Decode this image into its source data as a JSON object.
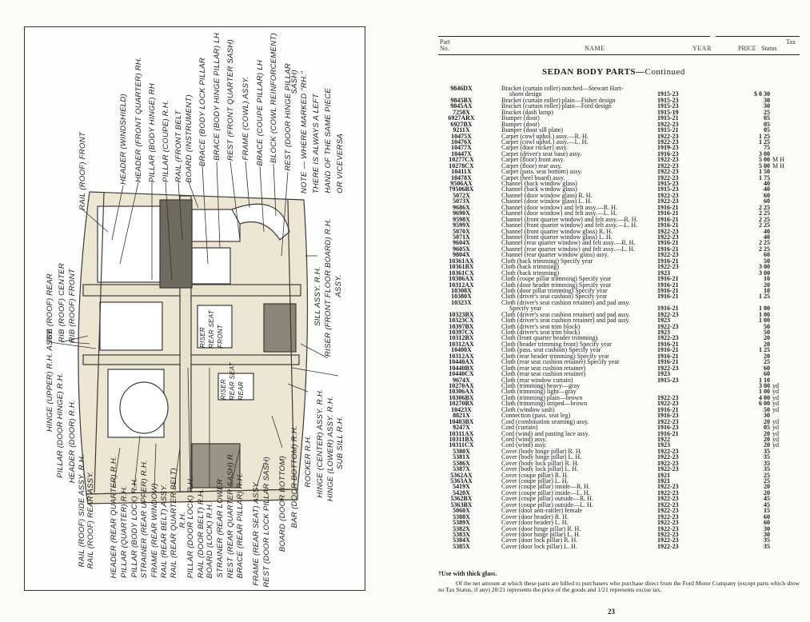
{
  "diagram": {
    "labels": [
      "RAIL (ROOF) FRONT",
      "HEADER (WINDSHIELD)",
      "HEADER (FRONT QUARTER) RH.",
      "PILLAR (BODY HINGE) RH",
      "PILLAR (COUPE) R.H.",
      "RAIL (FRONT BELT",
      "BOARD (INSTRUMENT)",
      "BRACE (BODY LOCK PILLAR",
      "BRACE (BODY HINGE PILLAR) LH",
      "REST (FRONT QUARTER SASH)",
      "FRAME (COWL) ASSY.",
      "BRACE (COUPE PILLAR) LH",
      "BLOCK (COWL REINFORCEMENT)",
      "REST (DOOR HINGE PILLAR",
      "SASH)",
      "NOTE — WHERE MARKED \"RH.\"",
      "THERE IS ALWAYS A LEFT",
      "HAND OF THE SAME PIECE",
      "OR VICEVERSA",
      "RIB (ROOF) REAR",
      "RIB (ROOF) CENTER",
      "RIB (ROOF) FRONT",
      "SILL ASSY. R.H.",
      "RISER (FRONT FLOOR BOARD) R.H.",
      "ASSY.",
      "RISER",
      "REAR SEAT",
      "FRONT",
      "RISER",
      "REAR SEAT",
      "REAR",
      "HINGE (UPPER) R.H. ASSY.",
      "PILLAR (DOOR HINGE) R.H.",
      "HEADER (DOOR) R.H.",
      "RAIL (ROOF) SIDE ASSY. R.H.",
      "RAIL (ROOF) REAR ASSY.",
      "HEADER (REAR QUARTER) R.H.",
      "PILLAR (QUARTER) R.H.",
      "PILLAR (BODY LOCK) R.H.",
      "STRAINER (REAR UPPER) R.H.",
      "FRAME (REAR WINDOW)",
      "RAIL (REAR BELT) ASSY.",
      "RAIL (REAR QUARTER BELT)",
      "R.H.",
      "PILLAR (DOOR LOCK) R.H.",
      "RAIL (DOOR BELT) R.H.",
      "BOARD (LOCK) R.H.",
      "STRAINER (REAR LOWER",
      "REST (REAR QUARTER SASH) R.",
      "BRACE (REAR PILLAR) R.H.",
      "FRAME (REAR SEAT) ASSY.",
      "REST (DOOR LOCK PILLAR SASH)",
      "BOARD (DOOR BOTTOM)",
      "BAR (DOOR BOTTOM) R.H.",
      "ROCKER R.H.",
      "HINGE (CENTER) ASSY. R.H.",
      "HINGE (LOWER) ASSY. R.H.",
      "SUB SILL R.H."
    ]
  },
  "header": {
    "part_line1": "Part",
    "part_line2": "No.",
    "name": "NAME",
    "year": "YEAR",
    "tax_line1": "Tax",
    "price": "PRICE",
    "status": "Status"
  },
  "title": {
    "main": "SEDAN BODY PARTS—",
    "sub": "Continued"
  },
  "rows": [
    {
      "p": "9846DX",
      "n": "Bracket (curtain roller) notched—Stewart Hart-",
      "c": "shorn design",
      "y": "1915-23",
      "pr": "$ 0 30"
    },
    {
      "p": "9845BX",
      "n": "Bracket (curtain roller) plain—Fisher design",
      "y": "1915-23",
      "pr": "30"
    },
    {
      "p": "9845AX",
      "n": "Bracket (curtain roller) plain—Ford design",
      "y": "1915-23",
      "pr": "30"
    },
    {
      "p": "7258X",
      "n": "Bracket (dash lamp)",
      "y": "1915-19",
      "pr": "25"
    },
    {
      "p": "6927ARX",
      "n": "Bumper (door)",
      "y": "1915-21",
      "pr": "05"
    },
    {
      "p": "6927BX",
      "n": "Bumper (door)",
      "y": "1922-23",
      "pr": "05"
    },
    {
      "p": "9211X",
      "n": "Bumper (door sill plate)",
      "y": "1915-21",
      "pr": "05"
    },
    {
      "p": "10475X",
      "n": "Carpet (cowl uphol.) assy.—R. H.",
      "y": "1922-23",
      "pr": "1 25"
    },
    {
      "p": "10476X",
      "n": "Carpet (cowl uphol.) assy.—L. H.",
      "y": "1922-23",
      "pr": "1 25"
    },
    {
      "p": "10477X",
      "n": "Carpet (door rocker) assy.",
      "y": "1919-23",
      "pr": "75"
    },
    {
      "p": "10447X",
      "n": "Carpet (driver's seat base) assy.",
      "y": "1916-23",
      "pr": "3 00"
    },
    {
      "p": "10277CX",
      "n": "Carpet (floor) front assy.",
      "y": "1922-23",
      "pr": "5 00",
      "t": "M H"
    },
    {
      "p": "10278CX",
      "n": "Carpet (floor) rear assy.",
      "y": "1922-23",
      "pr": "5 00",
      "t": "M H"
    },
    {
      "p": "10411X",
      "n": "Carpet (pass. seat bottom) assy.",
      "y": "1922-23",
      "pr": "1 50"
    },
    {
      "p": "10478X",
      "n": "Carpet (heel board) assy.",
      "y": "1922-23",
      "pr": "1 75"
    },
    {
      "p": "9506AX",
      "n": "Channel (back window glass)",
      "y": "1915-23",
      "pr": "40"
    },
    {
      "p": "†9506BX",
      "n": "Channel (back window glass)",
      "y": "1915-23",
      "pr": "40"
    },
    {
      "p": "5072X",
      "n": "Channel (door window glass) R. H.",
      "y": "1922-23",
      "pr": "60"
    },
    {
      "p": "5073X",
      "n": "Channel (door window glass) L. H.",
      "y": "1922-23",
      "pr": "60"
    },
    {
      "p": "9686X",
      "n": "Channel (door window) and felt assy.—R. H.",
      "y": "1916-21",
      "pr": "2 25"
    },
    {
      "p": "9690X",
      "n": "Channel (door window) and felt assy.—L. H.",
      "y": "1916-21",
      "pr": "2 25"
    },
    {
      "p": "9598X",
      "n": "Channel (front quarter window) and felt assy.—R. H.",
      "y": "1916-21",
      "pr": "2 25"
    },
    {
      "p": "9599X",
      "n": "Channel (front quarter window) and felt assy.—L. H.",
      "y": "1916-21",
      "pr": "2 25"
    },
    {
      "p": "5070X",
      "n": "Channel (front quarter window glass) R. H.",
      "y": "1922-23",
      "pr": "40"
    },
    {
      "p": "5071X",
      "n": "Channel (front quarter window glass) L. H.",
      "y": "1922-23",
      "pr": "40"
    },
    {
      "p": "9604X",
      "n": "Channel (rear quarter window) and felt assy.—R. H.",
      "y": "1916-21",
      "pr": "2 25"
    },
    {
      "p": "9605X",
      "n": "Channel (rear quarter window) and felt assy.—L. H.",
      "y": "1916-21",
      "pr": "2 25"
    },
    {
      "p": "9804X",
      "n": "Channel (rear quarter window glass) assy.",
      "y": "1922-23",
      "pr": "60"
    },
    {
      "p": "10361AX",
      "n": "Cloth (back trimming) Specify year",
      "y": "1916-21",
      "pr": "50"
    },
    {
      "p": "10361BX",
      "n": "Cloth (back trimming)",
      "y": "1922-23",
      "pr": "3 00"
    },
    {
      "p": "10361CX",
      "n": "Cloth (back trimming)",
      "y": "1923",
      "pr": "3 00"
    },
    {
      "p": "10306AX",
      "n": "Cloth (coupe pillar trimming) Specify year",
      "y": "1916-21",
      "pr": "10"
    },
    {
      "p": "10312AX",
      "n": "Cloth (door header trimming) Specify year",
      "y": "1916-21",
      "pr": "20"
    },
    {
      "p": "10308X",
      "n": "Cloth (door pillar trimming) Specify year",
      "y": "1916-21",
      "pr": "10"
    },
    {
      "p": "10380X",
      "n": "Cloth (driver's seat cushion) Specify year",
      "y": "1916-21",
      "pr": "1 25"
    },
    {
      "p": "10323X",
      "n": "Cloth (driver's seat cushion retainer) and pad assy.",
      "c": "Specify year",
      "y": "1916-21",
      "pr": "1 00"
    },
    {
      "p": "10323BX",
      "n": "Cloth (driver's seat cushion retainer) and pad assy.",
      "y": "1922-23",
      "pr": "1 00"
    },
    {
      "p": "10323CX",
      "n": "Cloth (driver's seat cushion retainer) and pad assy.",
      "y": "1923",
      "pr": "1 00"
    },
    {
      "p": "10397BX",
      "n": "Cloth (driver's seat trim block)",
      "y": "1922-23",
      "pr": "50"
    },
    {
      "p": "10397CX",
      "n": "Cloth (driver's seat trim block)",
      "y": "1923",
      "pr": "50"
    },
    {
      "p": "10312BX",
      "n": "Cloth (front quarter header trimming)",
      "y": "1922-23",
      "pr": "20"
    },
    {
      "p": "10312AX",
      "n": "Cloth (header trimming front) Specify year",
      "y": "1916-21",
      "pr": "20"
    },
    {
      "p": "10400X",
      "n": "Cloth (pass. seat cushion) Specify year",
      "y": "1916-21",
      "pr": "1 25"
    },
    {
      "p": "10312AX",
      "n": "Cloth (rear header trimming) Specify year",
      "y": "1916-21",
      "pr": "20"
    },
    {
      "p": "10440AX",
      "n": "Cloth (rear seat cushion retainer) Specify year",
      "y": "1916-21",
      "pr": "25"
    },
    {
      "p": "10440BX",
      "n": "Cloth (rear seat cushion retainer)",
      "y": "1922-23",
      "pr": "60"
    },
    {
      "p": "10440CX",
      "n": "Cloth (rear seat cushion retainer)",
      "y": "1923",
      "pr": "60"
    },
    {
      "p": "9674X",
      "n": "Cloth (rear window curtain)",
      "y": "1915-23",
      "pr": "1 10"
    },
    {
      "p": "10270AX",
      "n": "Cloth (trimming) heavy—gray",
      "pr": "3 00",
      "u": "yd"
    },
    {
      "p": "10306AX",
      "n": "Cloth (trimming) light—gray",
      "pr": "1 00",
      "u": "yd"
    },
    {
      "p": "10306BX",
      "n": "Cloth (trimming) plain—brown",
      "y": "1922-23",
      "pr": "4 00",
      "u": "yd"
    },
    {
      "p": "10270BX",
      "n": "Cloth (trimming) striped—brown",
      "y": "1922-23",
      "pr": "6 00",
      "u": "yd"
    },
    {
      "p": "10423X",
      "n": "Cloth (window sash)",
      "y": "1916-21",
      "pr": "50",
      "u": "yd"
    },
    {
      "p": "8821X",
      "n": "Connection (pass. seat leg)",
      "y": "1916-23",
      "pr": "30"
    },
    {
      "p": "10403BX",
      "n": "Cord (combination seaming) assy.",
      "y": "1922-23",
      "pr": "20",
      "u": "yd"
    },
    {
      "p": "9247X",
      "n": "Cord (curtain)",
      "y": "1916-23",
      "pr": "05",
      "u": "yd"
    },
    {
      "p": "10311AX",
      "n": "Cord (wind) and pasting lace assy.",
      "y": "1916-21",
      "pr": "20",
      "u": "yd"
    },
    {
      "p": "10311BX",
      "n": "Cord (wind) assy.",
      "y": "1922",
      "pr": "20",
      "u": "yd"
    },
    {
      "p": "10311CX",
      "n": "Cord (wind) assy.",
      "y": "1923",
      "pr": "20",
      "u": "yd"
    },
    {
      "p": "5380X",
      "n": "Cover (body hinge pillar) R. H.",
      "y": "1922-23",
      "pr": "35"
    },
    {
      "p": "5381X",
      "n": "Cover (body hinge pillar) L. H.",
      "y": "1922-23",
      "pr": "35"
    },
    {
      "p": "5386X",
      "n": "Cover (body lock pillar) R. H.",
      "y": "1922-23",
      "pr": "35"
    },
    {
      "p": "5387X",
      "n": "Cover (body lock pillar) L. H.",
      "y": "1922-23",
      "pr": "35"
    },
    {
      "p": "5362AX",
      "n": "Cover (coupe pillar) R. H.",
      "y": "1921",
      "pr": "25"
    },
    {
      "p": "5363AX",
      "n": "Cover (coupe pillar) L. H.",
      "y": "1921",
      "pr": "25"
    },
    {
      "p": "5419X",
      "n": "Cover (coupe pillar) inside—R. H.",
      "y": "1922-23",
      "pr": "20"
    },
    {
      "p": "5420X",
      "n": "Cover (coupe pillar) inside—L. H.",
      "y": "1922-23",
      "pr": "20"
    },
    {
      "p": "5362BX",
      "n": "Cover (coupe pillar) outside—R. H.",
      "y": "1922-23",
      "pr": "45"
    },
    {
      "p": "5363BX",
      "n": "Cover (coupe pillar) outside—L. H.",
      "y": "1922-23",
      "pr": "45"
    },
    {
      "p": "5060X",
      "n": "Cover (door anti-rattler) female",
      "y": "1922-23",
      "pr": "15"
    },
    {
      "p": "5388X",
      "n": "Cover (door header) R. H.",
      "y": "1922-23",
      "pr": "60"
    },
    {
      "p": "5389X",
      "n": "Cover (door header) L. H.",
      "y": "1922-23",
      "pr": "60"
    },
    {
      "p": "5382X",
      "n": "Cover (door hinge pillar) R. H.",
      "y": "1922-23",
      "pr": "30"
    },
    {
      "p": "5383X",
      "n": "Cover (door hinge pillar) L. H.",
      "y": "1922-23",
      "pr": "30"
    },
    {
      "p": "5384X",
      "n": "Cover (door lock pillar) R. H.",
      "y": "1922-23",
      "pr": "35"
    },
    {
      "p": "5385X",
      "n": "Cover (door lock pillar) L. H.",
      "y": "1922-23",
      "pr": "35"
    }
  ],
  "footnote": "†Use with thick glass.",
  "paragraph": "Of the net amount at which these parts are billed to purchasers who purchase direct from the Ford Motor Company (except parts which show no Tax Status, if any) 20/21 represents the price of the goods and 1/21 represents excise tax.",
  "page_number": "23"
}
